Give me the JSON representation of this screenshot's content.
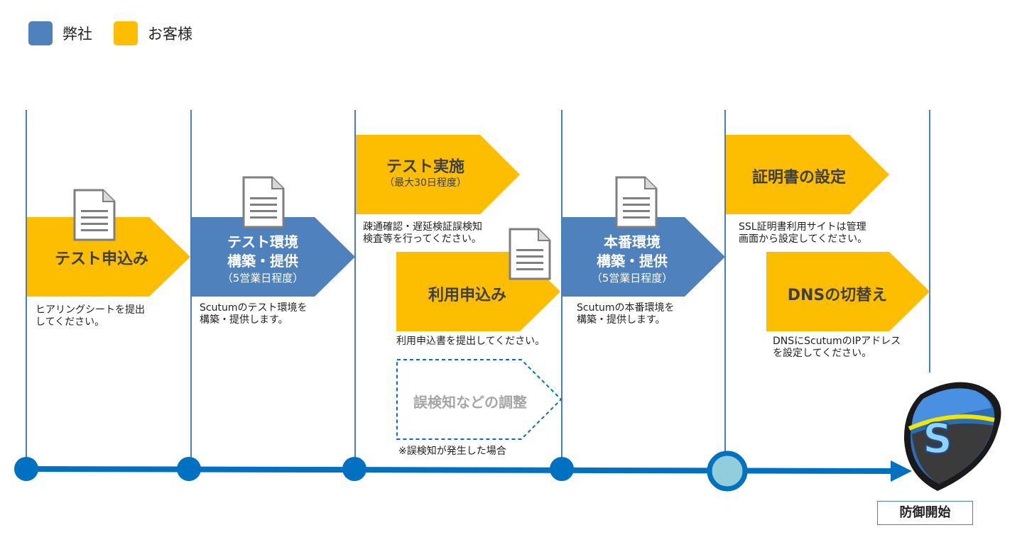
{
  "legend": {
    "company": {
      "label": "弊社",
      "color": "#4f81bd"
    },
    "customer": {
      "label": "お客様",
      "color": "#fdbd00"
    }
  },
  "steps": {
    "s1": {
      "title": "テスト申込み",
      "desc": "ヒアリングシートを提出\nしてください。"
    },
    "s2": {
      "title1": "テスト環境",
      "title2": "構築・提供",
      "sub": "（5営業日程度）",
      "desc": "Scutumのテスト環境を\n構築・提供します。"
    },
    "s3": {
      "title": "テスト実施",
      "sub": "（最大30日程度）",
      "desc": "疎通確認・遅延検証誤検知\n検査等を行ってください。"
    },
    "s4": {
      "title": "利用申込み",
      "desc": "利用申込書を提出してください。"
    },
    "s5": {
      "title": "誤検知などの調整",
      "desc": "※誤検知が発生した場合"
    },
    "s6": {
      "title1": "本番環境",
      "title2": "構築・提供",
      "sub": "（5営業日程度）",
      "desc": "Scutumの本番環境を\n構築・提供します。"
    },
    "s7": {
      "title": "証明書の設定",
      "desc": "SSL証明書利用サイトは管理\n画面から設定してください。"
    },
    "s8": {
      "title": "DNSの切替え",
      "desc": "DNSにScutumのIPアドレス\nを設定してください。"
    }
  },
  "final": {
    "label": "防御開始"
  },
  "colors": {
    "blue": "#4f81bd",
    "orange": "#fdbd00",
    "line": "#0070c0",
    "light_node": "#92cddc",
    "doc_border": "#7f7f7f"
  }
}
